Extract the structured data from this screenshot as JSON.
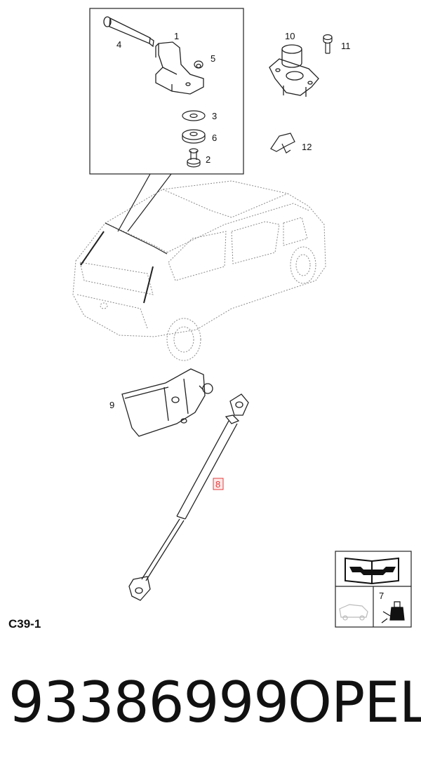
{
  "callouts": {
    "c1": "1",
    "c2": "2",
    "c3": "3",
    "c4": "4",
    "c5": "5",
    "c6": "6",
    "c7": "7",
    "c8": "8",
    "c9": "9",
    "c10": "10",
    "c11": "11",
    "c12": "12"
  },
  "diagram_code": "C39-1",
  "part_number": "93386999",
  "brand": "OPEL",
  "colors": {
    "line": "#222222",
    "highlight": "#e23b3b",
    "car_outline": "#8a8a8a"
  },
  "icons": [
    "manual-book-icon",
    "wrench-icon",
    "car-tool-icon",
    "spray-can-icon"
  ]
}
